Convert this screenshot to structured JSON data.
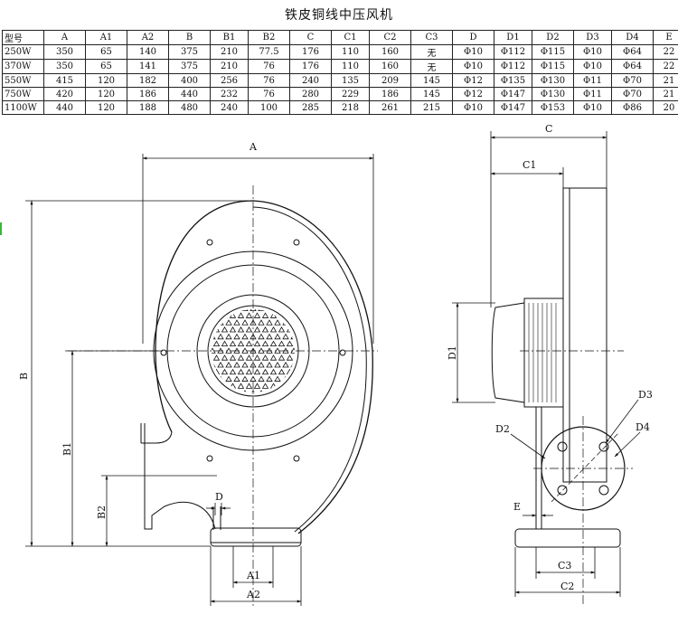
{
  "title": "铁皮铜线中压风机",
  "table": {
    "headers": [
      "型号",
      "A",
      "A1",
      "A2",
      "B",
      "B1",
      "B2",
      "C",
      "C1",
      "C2",
      "C3",
      "D",
      "D1",
      "D2",
      "D3",
      "D4",
      "E"
    ],
    "rows": [
      [
        "250W",
        "350",
        "65",
        "140",
        "375",
        "210",
        "77.5",
        "176",
        "110",
        "160",
        "无",
        "Φ10",
        "Φ112",
        "Φ115",
        "Φ10",
        "Φ64",
        "22"
      ],
      [
        "370W",
        "350",
        "65",
        "141",
        "375",
        "210",
        "76",
        "176",
        "110",
        "160",
        "无",
        "Φ10",
        "Φ112",
        "Φ115",
        "Φ10",
        "Φ64",
        "22"
      ],
      [
        "550W",
        "415",
        "120",
        "182",
        "400",
        "256",
        "76",
        "240",
        "135",
        "209",
        "145",
        "Φ12",
        "Φ135",
        "Φ130",
        "Φ11",
        "Φ70",
        "21"
      ],
      [
        "750W",
        "420",
        "120",
        "186",
        "440",
        "232",
        "76",
        "280",
        "229",
        "186",
        "145",
        "Φ12",
        "Φ147",
        "Φ130",
        "Φ11",
        "Φ70",
        "21"
      ],
      [
        "1100W",
        "440",
        "120",
        "188",
        "480",
        "240",
        "100",
        "285",
        "218",
        "261",
        "215",
        "Φ10",
        "Φ147",
        "Φ153",
        "Φ10",
        "Φ86",
        "20"
      ]
    ]
  },
  "labels": {
    "A": "A",
    "A1": "A1",
    "A2": "A2",
    "B": "B",
    "B1": "B1",
    "B2": "B2",
    "C": "C",
    "C1": "C1",
    "C2": "C2",
    "C3": "C3",
    "D": "D",
    "D1": "D1",
    "D2": "D2",
    "D3": "D3",
    "D4": "D4",
    "E": "E"
  }
}
